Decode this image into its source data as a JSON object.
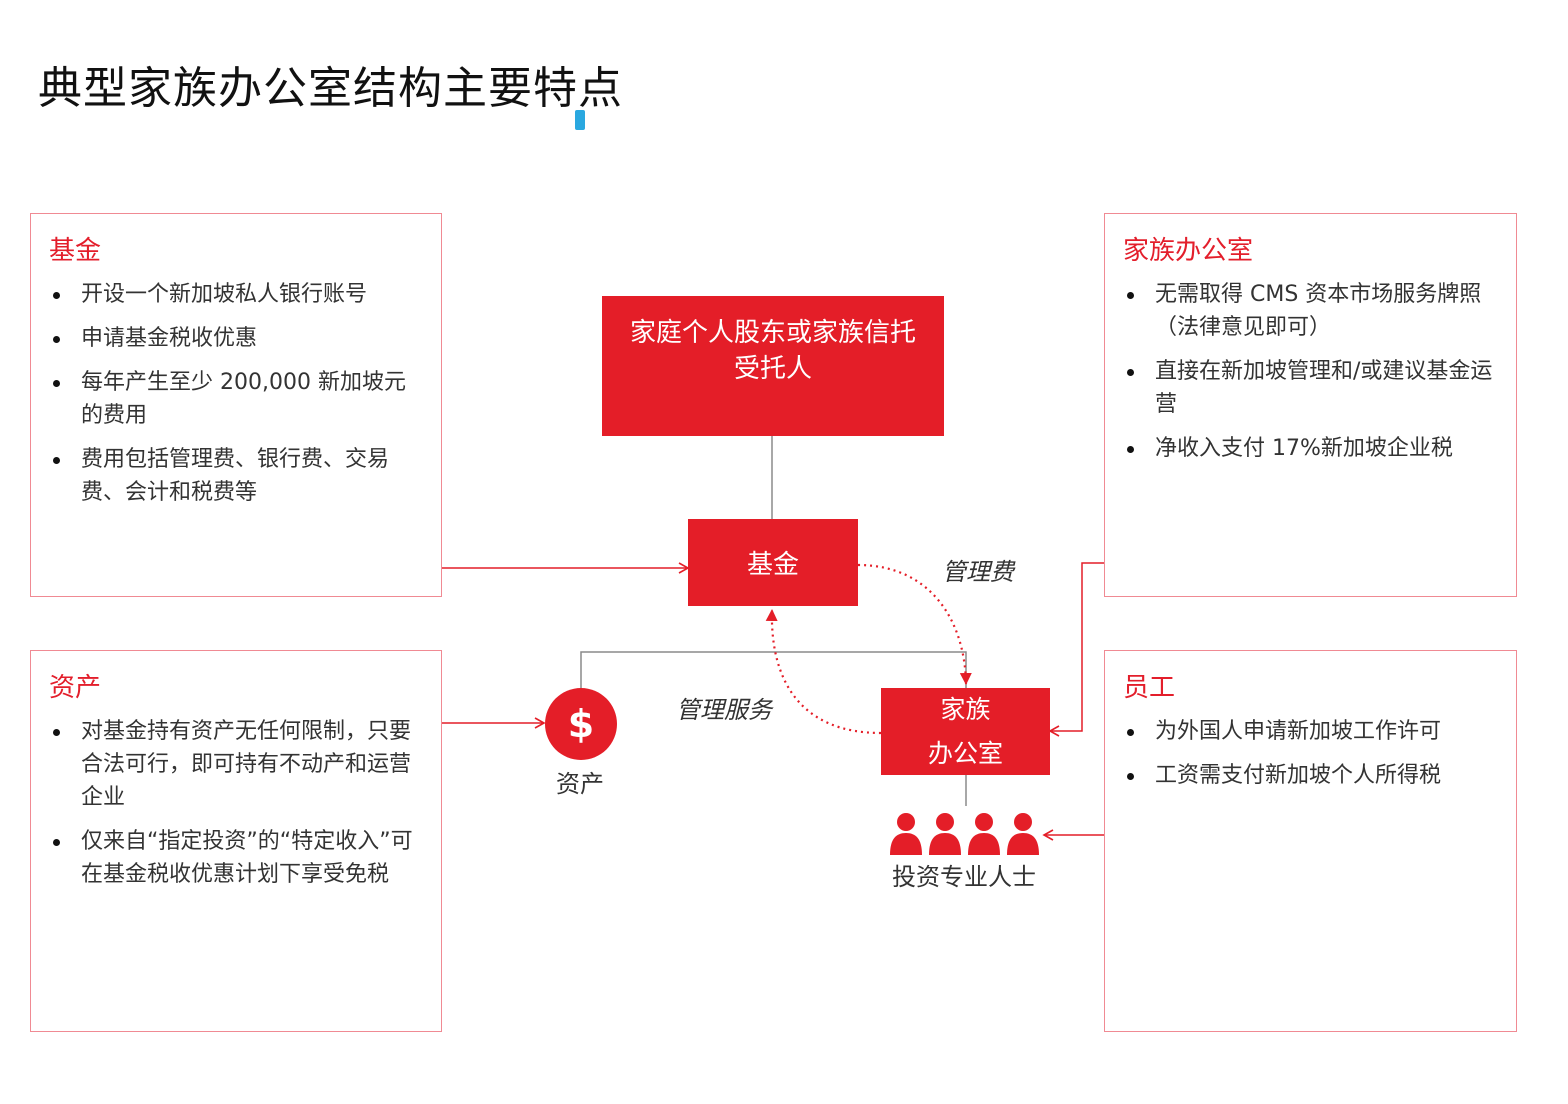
{
  "title": "典型家族办公室结构主要特点",
  "colors": {
    "accent": "#e41e28",
    "panel_border": "#f08a93",
    "connector": "#888888"
  },
  "panels": {
    "fund": {
      "title": "基金",
      "items": [
        "开设一个新加坡私人银行账号",
        "申请基金税收优惠",
        "每年产生至少 200,000 新加坡元的费用",
        "费用包括管理费、银行费、交易费、会计和税费等"
      ]
    },
    "assets": {
      "title": "资产",
      "items": [
        "对基金持有资产无任何限制，只要合法可行，即可持有不动产和运营企业",
        "仅来自“指定投资”的“特定收入”可在基金税收优惠计划下享受免税"
      ]
    },
    "family_office": {
      "title": "家族办公室",
      "items": [
        "无需取得 CMS 资本市场服务牌照（法律意见即可）",
        "直接在新加坡管理和/或建议基金运营",
        "净收入支付 17%新加坡企业税"
      ]
    },
    "staff": {
      "title": "员工",
      "items": [
        "为外国人申请新加坡工作许可",
        "工资需支付新加坡个人所得税"
      ]
    }
  },
  "nodes": {
    "trustee": "家庭个人股东或家族信托受托人",
    "fund": "基金",
    "family_office_line1": "家族",
    "family_office_line2": "办公室",
    "assets_icon": "dollar-icon",
    "assets_label": "资产",
    "people_icon": "people-icon",
    "people_label": "投资专业人士"
  },
  "edge_labels": {
    "management_fee": "管理费",
    "management_service": "管理服务"
  }
}
